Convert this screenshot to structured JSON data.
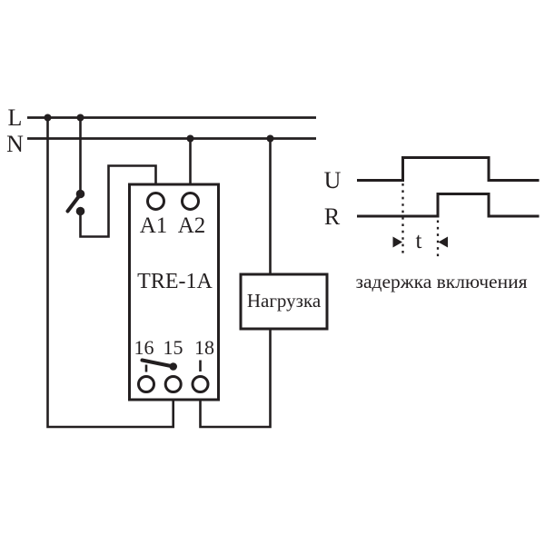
{
  "colors": {
    "line": "#231f20",
    "background": "#ffffff"
  },
  "schematic": {
    "supply": {
      "line_label": "L",
      "neutral_label": "N"
    },
    "relay": {
      "model": "TRE-1A",
      "coil_terminals": [
        "A1",
        "A2"
      ],
      "contact_terminals": [
        "16",
        "15",
        "18"
      ]
    },
    "load_label": "Нагрузка"
  },
  "timing_diagram": {
    "supply_trace_label": "U",
    "relay_trace_label": "R",
    "interval_label": "t",
    "caption": "задержка включения"
  }
}
